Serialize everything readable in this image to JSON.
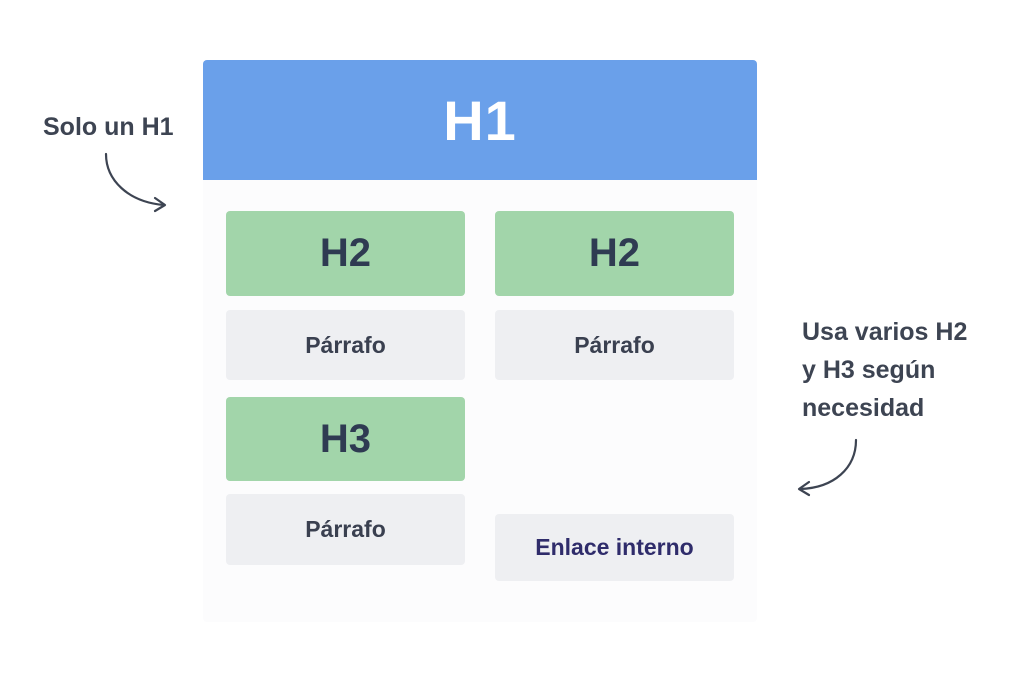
{
  "diagram": {
    "h1": "H1",
    "left_column": {
      "heading_a": "H2",
      "paragraph_a": "Párrafo",
      "heading_b": "H3",
      "paragraph_b": "Párrafo"
    },
    "right_column": {
      "heading": "H2",
      "paragraph": "Párrafo",
      "link": "Enlace interno"
    },
    "annotations": {
      "left": "Solo un H1",
      "right_lines": [
        "Usa varios H2",
        "y H3 según",
        "necesidad"
      ]
    },
    "colors": {
      "h1_bar": "#6aa0ea",
      "heading_block": "#a2d5aa",
      "paragraph_block": "#eeeff2",
      "link_text": "#2f2c6b",
      "annotation_text": "#3d4452"
    },
    "icons": [
      "curved-arrow-right-icon",
      "curved-arrow-left-icon"
    ]
  }
}
